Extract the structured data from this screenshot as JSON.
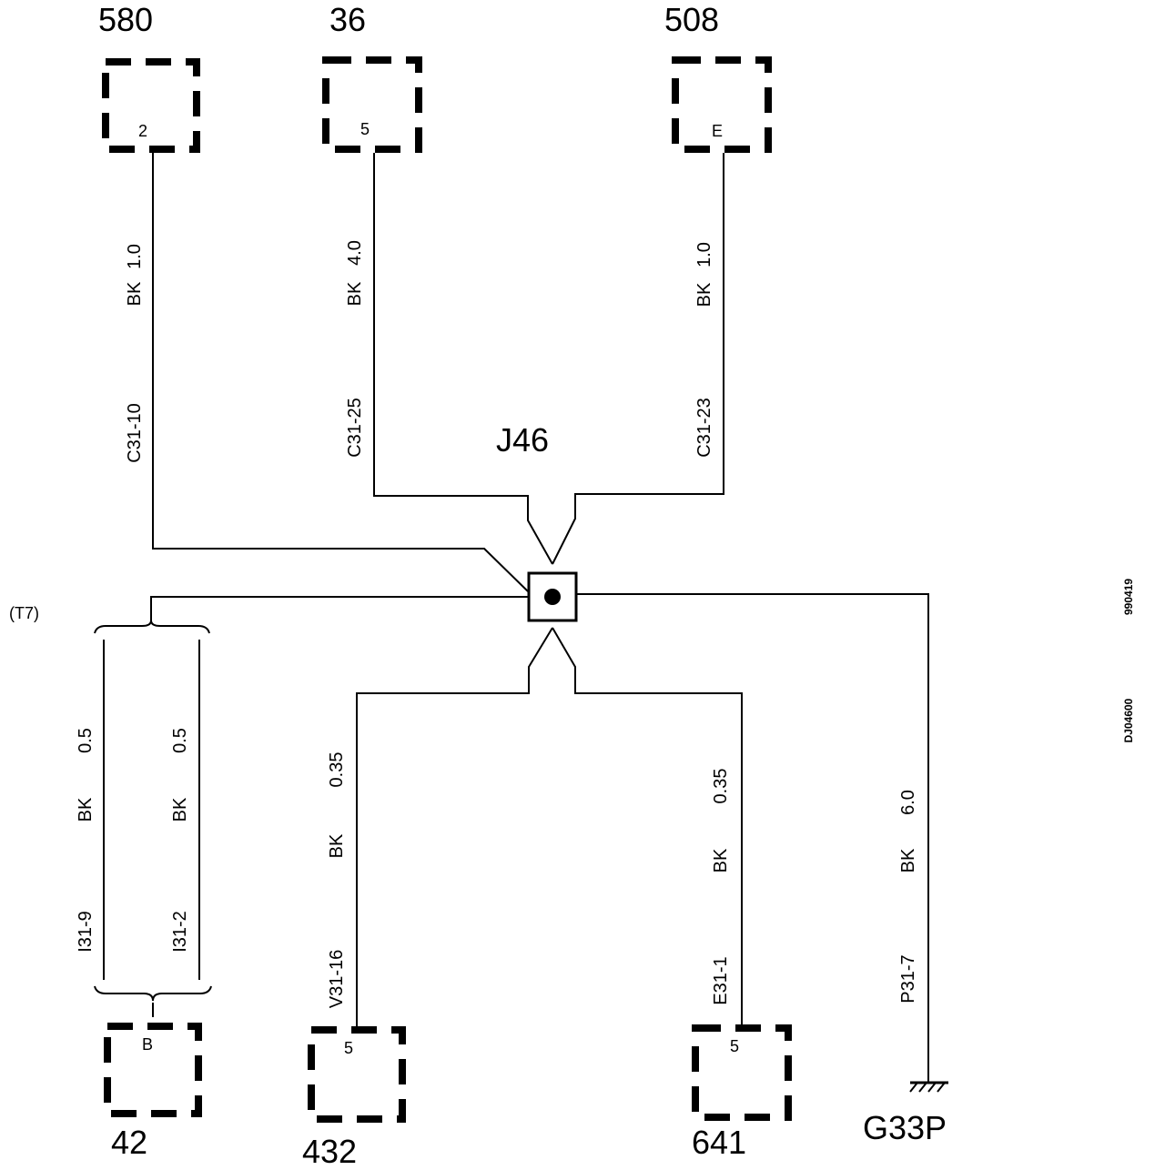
{
  "components": {
    "c580": {
      "number": "580",
      "pin": "2"
    },
    "c36": {
      "number": "36",
      "pin": "5"
    },
    "c508": {
      "number": "508",
      "pin": "E"
    },
    "c42": {
      "number": "42",
      "pin": "B"
    },
    "c432": {
      "number": "432",
      "pin": "5"
    },
    "c641": {
      "number": "641",
      "pin": "5"
    }
  },
  "junction": {
    "label": "J46"
  },
  "ground": {
    "label": "G33P"
  },
  "reference": {
    "label": "(T7)"
  },
  "wires": {
    "w580": {
      "connector": "C31-10",
      "color": "BK",
      "size": "1.0"
    },
    "w36": {
      "connector": "C31-25",
      "color": "BK",
      "size": "4.0"
    },
    "w508": {
      "connector": "C31-23",
      "color": "BK",
      "size": "1.0"
    },
    "w42a": {
      "connector": "I31-9",
      "color": "BK",
      "size": "0.5"
    },
    "w42b": {
      "connector": "I31-2",
      "color": "BK",
      "size": "0.5"
    },
    "w432": {
      "connector": "V31-16",
      "color": "BK",
      "size": "0.35"
    },
    "w641": {
      "connector": "E31-1",
      "color": "BK",
      "size": "0.35"
    },
    "wG": {
      "connector": "P31-7",
      "color": "BK",
      "size": "6.0"
    }
  },
  "side_codes": {
    "top": "990419",
    "bottom": "DJ04600"
  }
}
